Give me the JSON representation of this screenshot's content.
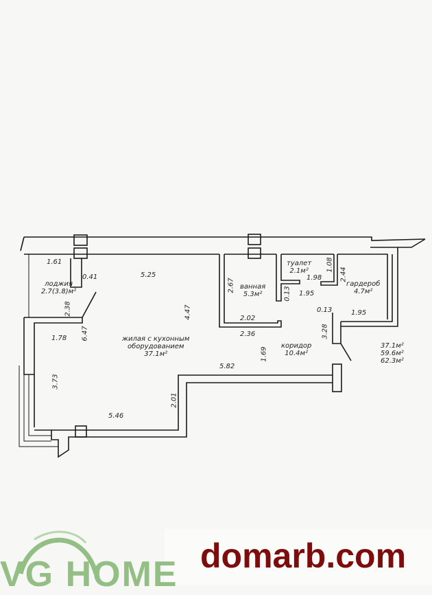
{
  "floor_plan": {
    "rooms": {
      "loggia": {
        "name": "лоджия",
        "area": "2.7(3.8)м²"
      },
      "living": {
        "name_line1": "жилая с кухонным",
        "name_line2": "оборудованием",
        "area": "37.1м²"
      },
      "bathroom": {
        "name": "ваннaя",
        "area": "5.3м²"
      },
      "toilet": {
        "name": "туалет",
        "area": "2.1м²"
      },
      "wardrobe": {
        "name": "гардероб",
        "area": "4.7м²"
      },
      "corridor": {
        "name": "коридор",
        "area": "10.4м²"
      }
    },
    "totals": {
      "living_area": "37.1м²",
      "total_area": "59.6м²",
      "total_with_loggia": "62.3м²"
    },
    "dimensions": [
      "1.61",
      "0.41",
      "5.25",
      "2.38",
      "6.47",
      "4.47",
      "1.78",
      "3.73",
      "5.46",
      "2.01",
      "5.82",
      "2.67",
      "2.02",
      "2.36",
      "0.13",
      "1.98",
      "1.95",
      "1.08",
      "2.44",
      "0.13",
      "1.95",
      "3.28",
      "1.69"
    ],
    "colors": {
      "wall": "#1a1a1a",
      "background": "#f7f7f6",
      "watermark": "#7d0d0d",
      "logo": "#93bf85"
    }
  },
  "watermark": {
    "text": "domarb.com"
  },
  "logo": {
    "text": "VG HOME"
  }
}
